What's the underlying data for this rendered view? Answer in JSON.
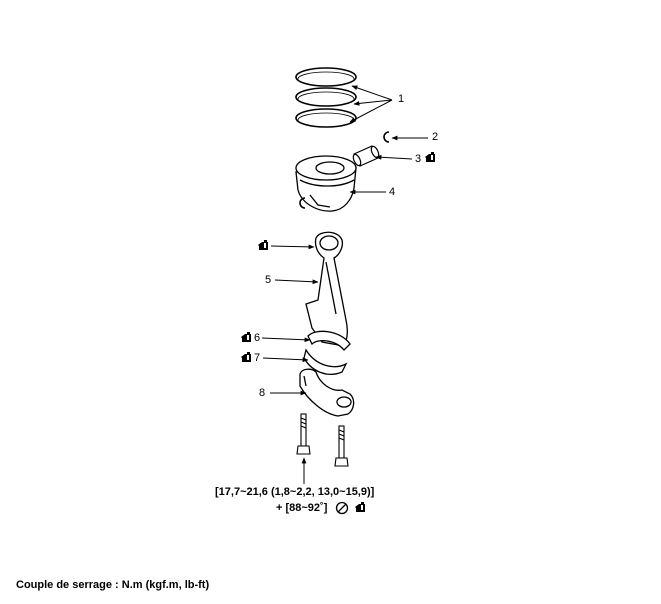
{
  "callouts": {
    "c1": "1",
    "c2": "2",
    "c3": "3",
    "c4": "4",
    "c5": "5",
    "c6": "6",
    "c7": "7",
    "c8": "8"
  },
  "torque_spec": {
    "line1": "[17,7~21,6 (1,8~2,2, 13,0~15,9)]",
    "line2": "+ [88~92˚]"
  },
  "footer": "Couple de serrage : N.m (kgf.m, lb-ft)",
  "icons": [
    "oil-can-icon",
    "no-reuse-icon"
  ]
}
